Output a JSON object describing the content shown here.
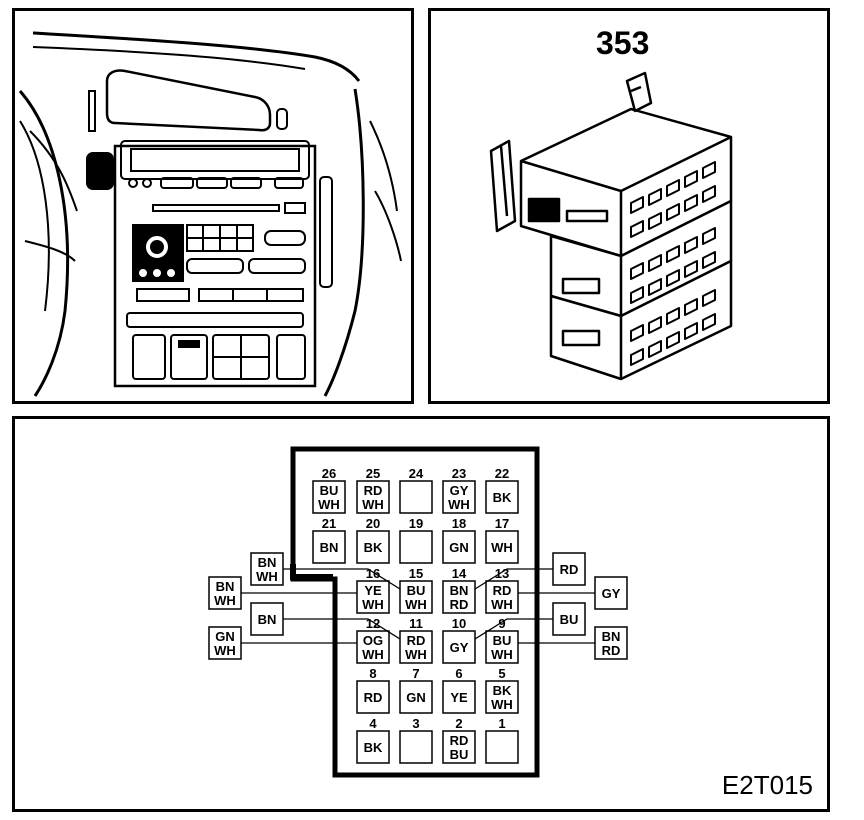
{
  "connector_view": {
    "part_number": "353"
  },
  "pinout": {
    "figure_code": "E2T015",
    "pins": [
      {
        "num": "26",
        "codes": [
          "BU",
          "WH"
        ]
      },
      {
        "num": "25",
        "codes": [
          "RD",
          "WH"
        ]
      },
      {
        "num": "24",
        "codes": []
      },
      {
        "num": "23",
        "codes": [
          "GY",
          "WH"
        ]
      },
      {
        "num": "22",
        "codes": [
          "BK"
        ]
      },
      {
        "num": "21",
        "codes": [
          "BN"
        ]
      },
      {
        "num": "20",
        "codes": [
          "BK"
        ]
      },
      {
        "num": "19",
        "codes": []
      },
      {
        "num": "18",
        "codes": [
          "GN"
        ]
      },
      {
        "num": "17",
        "codes": [
          "WH"
        ]
      },
      {
        "num": "16",
        "codes": [
          "YE",
          "WH"
        ]
      },
      {
        "num": "15",
        "codes": [
          "BU",
          "WH"
        ]
      },
      {
        "num": "14",
        "codes": [
          "BN",
          "RD"
        ]
      },
      {
        "num": "13",
        "codes": [
          "RD",
          "WH"
        ]
      },
      {
        "num": "12",
        "codes": [
          "OG",
          "WH"
        ]
      },
      {
        "num": "11",
        "codes": [
          "RD",
          "WH"
        ]
      },
      {
        "num": "10",
        "codes": [
          "GY"
        ]
      },
      {
        "num": "9",
        "codes": [
          "BU",
          "WH"
        ]
      },
      {
        "num": "8",
        "codes": [
          "RD"
        ]
      },
      {
        "num": "7",
        "codes": [
          "GN"
        ]
      },
      {
        "num": "6",
        "codes": [
          "YE"
        ]
      },
      {
        "num": "5",
        "codes": [
          "BK",
          "WH"
        ]
      },
      {
        "num": "4",
        "codes": [
          "BK"
        ]
      },
      {
        "num": "3",
        "codes": []
      },
      {
        "num": "2",
        "codes": [
          "RD",
          "BU"
        ]
      },
      {
        "num": "1",
        "codes": []
      }
    ],
    "external_wires": [
      {
        "id": "w1",
        "codes": [
          "BN",
          "WH"
        ]
      },
      {
        "id": "w2",
        "codes": [
          "BN",
          "WH"
        ]
      },
      {
        "id": "w3",
        "codes": [
          "BN"
        ]
      },
      {
        "id": "w4",
        "codes": [
          "GN",
          "WH"
        ]
      },
      {
        "id": "w5",
        "codes": [
          "RD"
        ]
      },
      {
        "id": "w6",
        "codes": [
          "GY"
        ]
      },
      {
        "id": "w7",
        "codes": [
          "BU"
        ]
      },
      {
        "id": "w8",
        "codes": [
          "BN",
          "RD"
        ]
      }
    ]
  }
}
